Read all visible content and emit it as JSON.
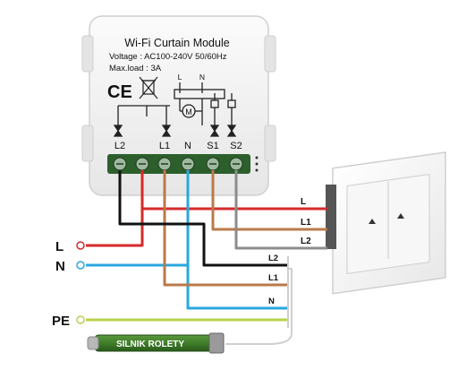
{
  "module": {
    "title": "Wi-Fi Curtain Module",
    "voltage": "Voltage : AC100-240V 50/60Hz",
    "max_load": "Max.load : 3A",
    "top_pins": [
      "L",
      "N"
    ],
    "terminal_labels": [
      "L2",
      "L1",
      "N",
      "S1",
      "S2"
    ]
  },
  "power_labels": {
    "l": "L",
    "n": "N",
    "pe": "PE"
  },
  "motor_wire_labels": [
    "L2",
    "L1",
    "N"
  ],
  "switch_wire_labels": [
    "L",
    "L1",
    "L2"
  ],
  "motor_label": "SILNIK ROLETY",
  "colors": {
    "live": "#d42a2a",
    "neutral": "#2aa7df",
    "brown": "#b97a4a",
    "black": "#111111",
    "grey": "#8c8c8c",
    "earth": "#b7d24a",
    "module_body": "#f3f3f3",
    "motor_green": "#3f7d2a"
  }
}
